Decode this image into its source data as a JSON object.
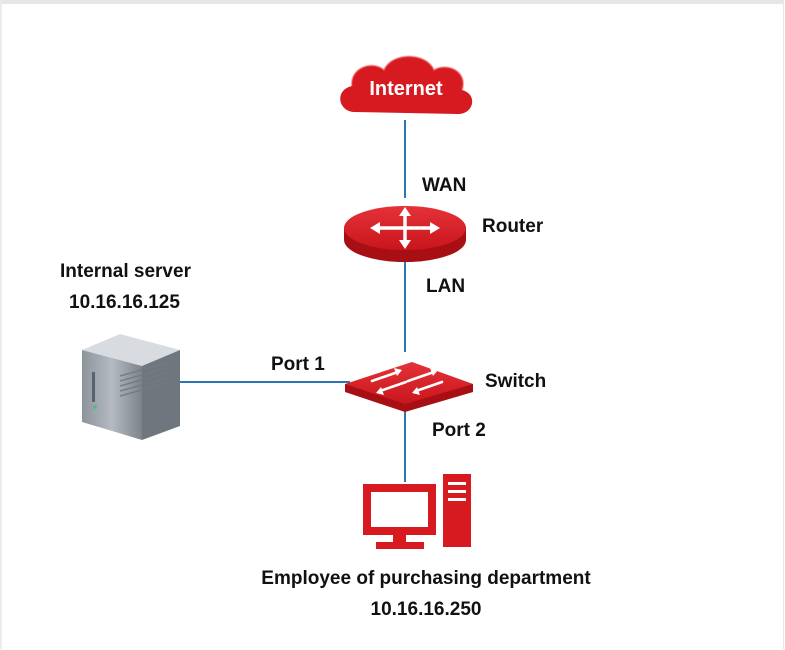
{
  "nodes": {
    "internet": {
      "label": "Internet"
    },
    "router": {
      "label": "Router"
    },
    "switch": {
      "label": "Switch"
    },
    "server": {
      "title": "Internal server",
      "ip": "10.16.16.125"
    },
    "employee": {
      "title": "Employee of purchasing department",
      "ip": "10.16.16.250"
    }
  },
  "ports": {
    "wan": "WAN",
    "lan": "LAN",
    "port1": "Port 1",
    "port2": "Port 2"
  },
  "colors": {
    "device_red": "#d71a20",
    "link_blue": "#2e75b6"
  }
}
